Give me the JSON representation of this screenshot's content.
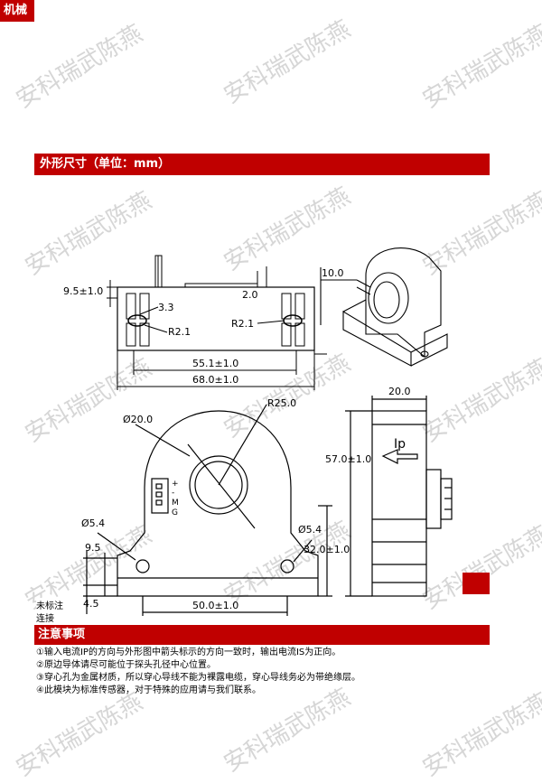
{
  "watermark": "安科瑞武陈燕",
  "sections": {
    "dimensions_title": "外形尺寸（单位：mm）",
    "mechanical_title": "机械",
    "mechanical_line1": "未标注",
    "mechanical_line2": "连接",
    "notes_title": "注意事项"
  },
  "notes": [
    "①输入电流IP的方向与外形图中箭头标示的方向一致时，输出电流IS为正向。",
    "②原边导体请尽可能位于探头孔径中心位置。",
    "③穿心孔为金属材质，所以穿心导线不能为裸露电缆，穿心导线务必为带绝缘层。",
    "④此模块为标准传感器，对于特殊的应用请与我们联系。"
  ],
  "drawing": {
    "dim_9_5_1": "9.5±1.0",
    "dim_3_3": "3.3",
    "dim_r2_1_a": "R2.1",
    "dim_r2_1_b": "R2.1",
    "dim_2_0": "2.0",
    "dim_55_1": "55.1±1.0",
    "dim_68_0": "68.0±1.0",
    "dim_10_0": "10.0",
    "dim_phi20": "Ø20.0",
    "dim_r25": "R25.0",
    "dim_20_0": "20.0",
    "dim_57_0": "57.0±1.0",
    "dim_ip": "Ip",
    "dim_phi5_4_a": "Ø5.4",
    "dim_phi5_4_b": "Ø5.4",
    "dim_9_5_b": "9.5",
    "dim_32_0": "32.0±1.0",
    "dim_4_5": "4.5",
    "dim_50_0": "50.0±1.0",
    "pin_plus": "+",
    "pin_minus": "-",
    "pin_m": "M",
    "pin_g": "G"
  }
}
